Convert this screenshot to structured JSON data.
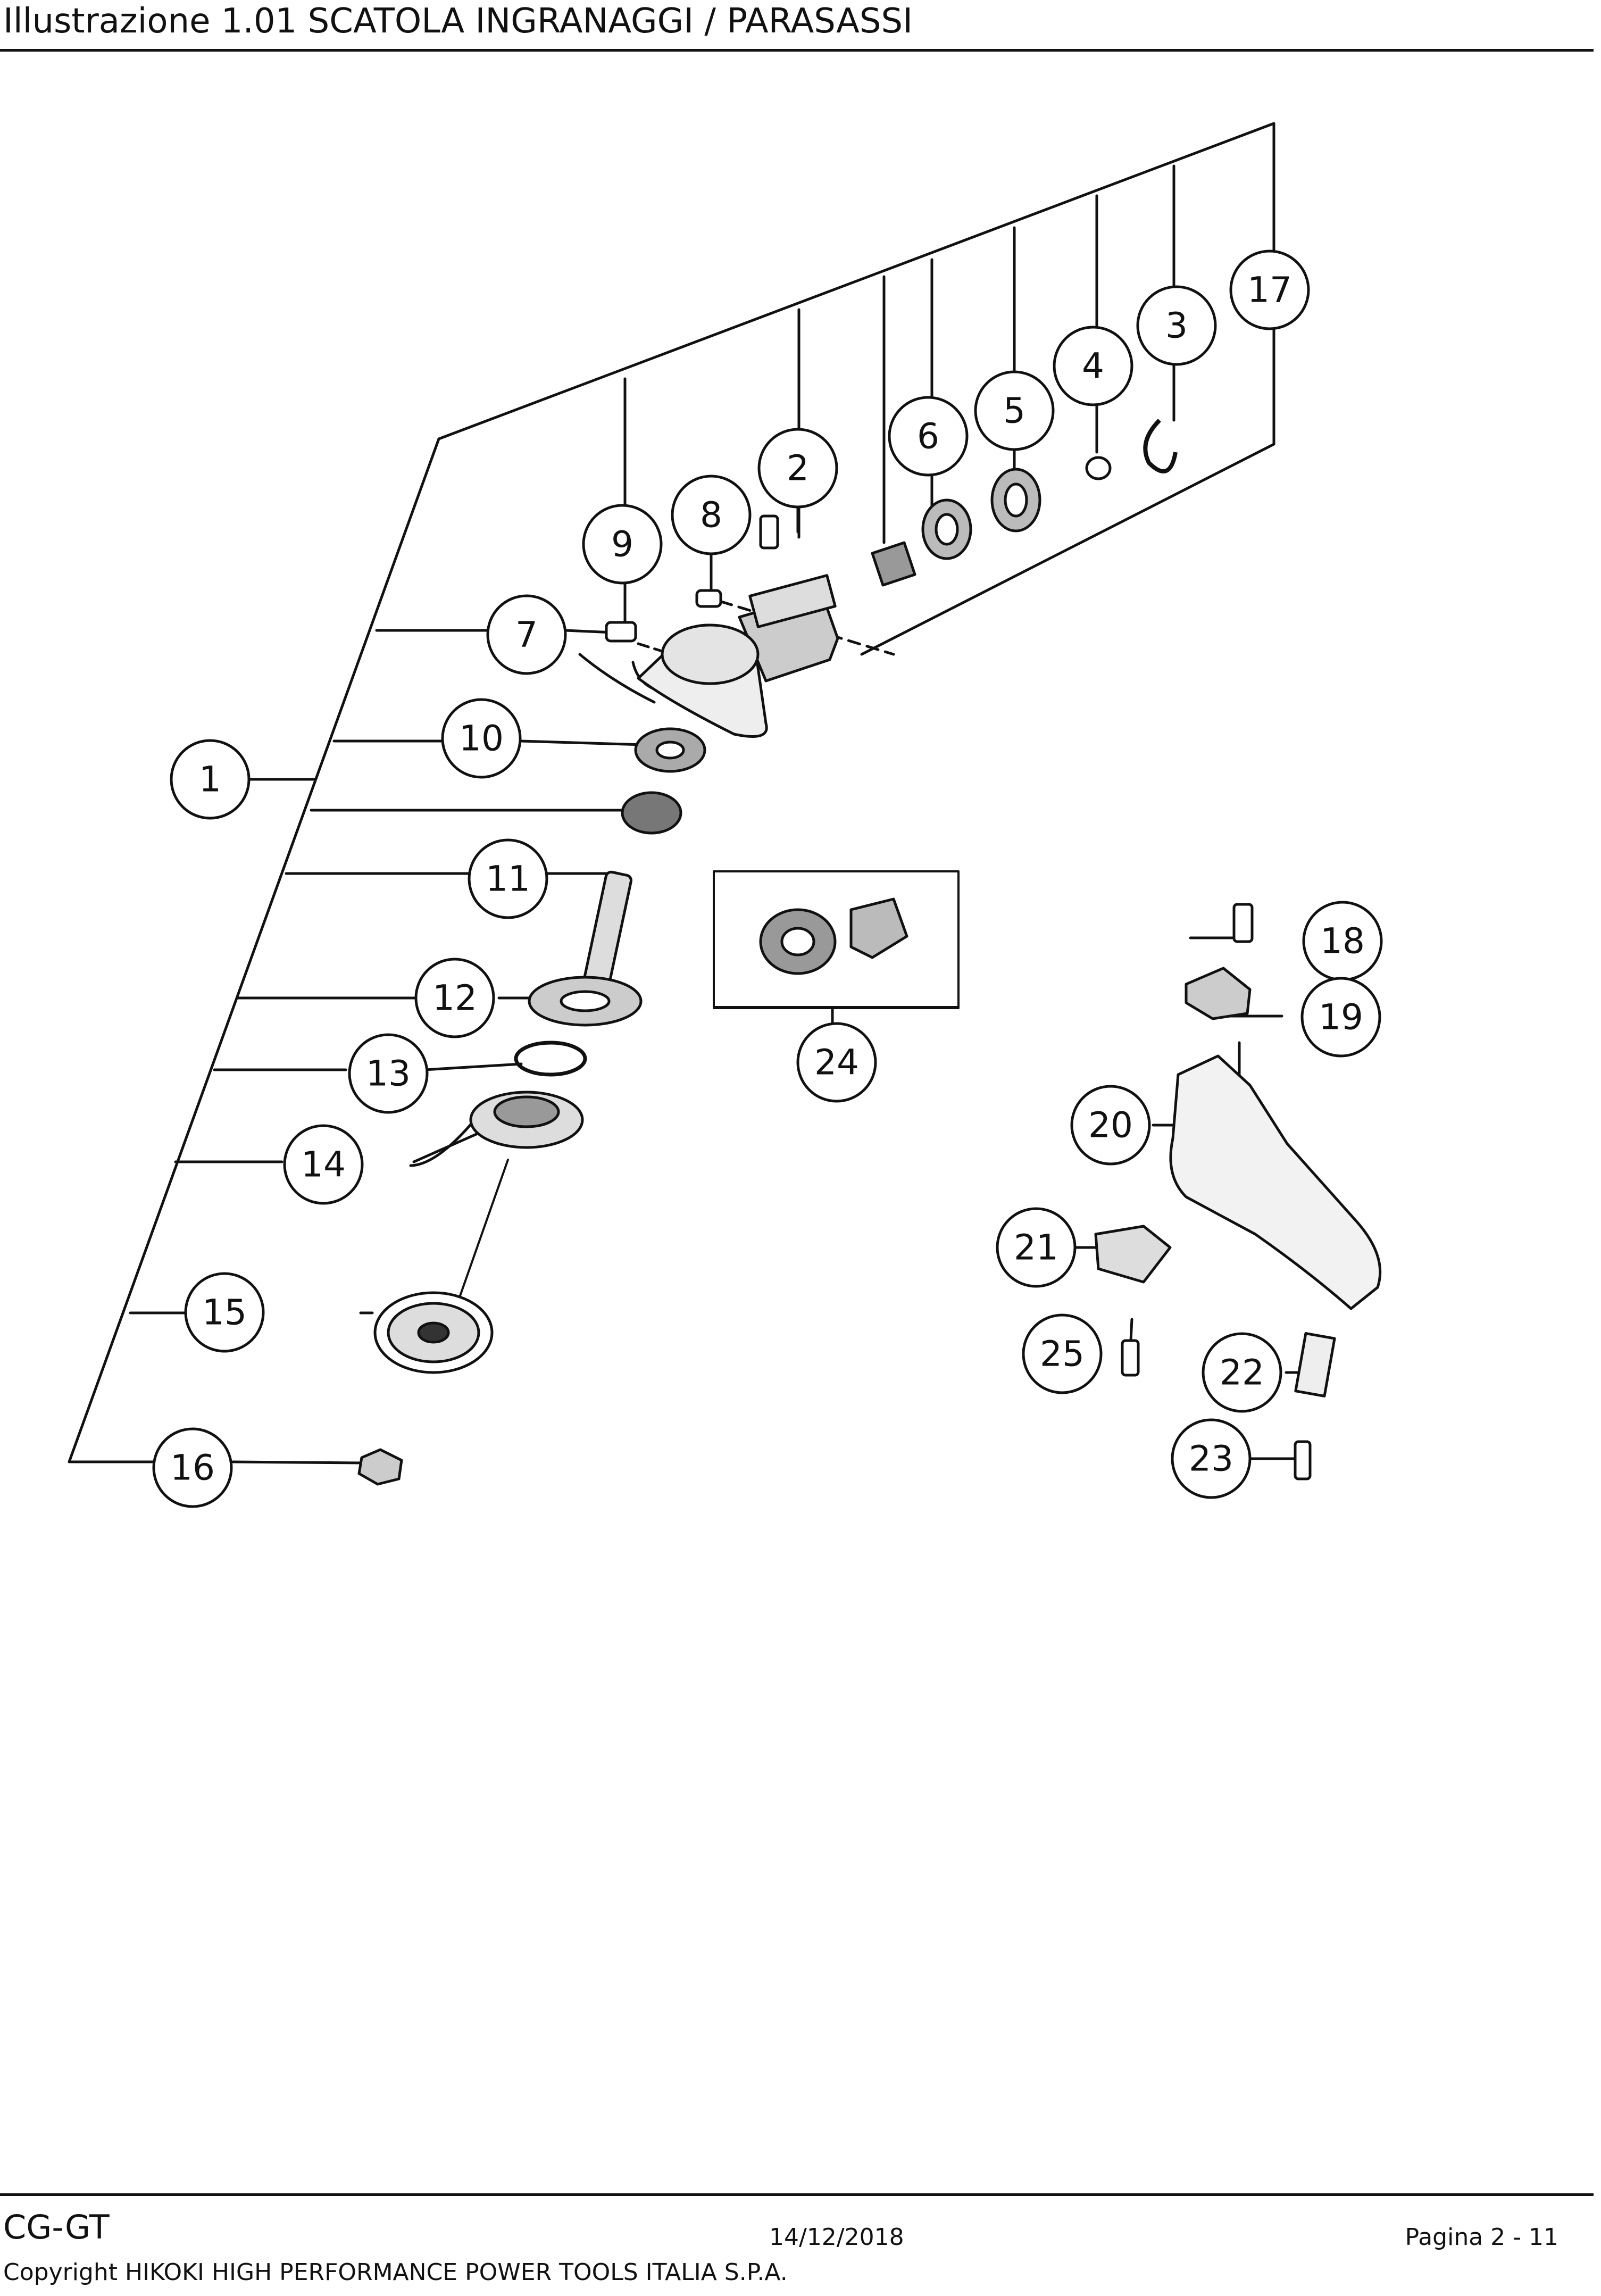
{
  "header": {
    "title": "Illustrazione  1.01 SCATOLA INGRANAGGI / PARASASSI"
  },
  "callouts": [
    {
      "number": "1"
    },
    {
      "number": "2"
    },
    {
      "number": "3"
    },
    {
      "number": "4"
    },
    {
      "number": "5"
    },
    {
      "number": "6"
    },
    {
      "number": "7"
    },
    {
      "number": "8"
    },
    {
      "number": "9"
    },
    {
      "number": "10"
    },
    {
      "number": "11"
    },
    {
      "number": "12"
    },
    {
      "number": "13"
    },
    {
      "number": "14"
    },
    {
      "number": "15"
    },
    {
      "number": "16"
    },
    {
      "number": "17"
    },
    {
      "number": "18"
    },
    {
      "number": "19"
    },
    {
      "number": "20"
    },
    {
      "number": "21"
    },
    {
      "number": "22"
    },
    {
      "number": "23"
    },
    {
      "number": "24"
    },
    {
      "number": "25"
    }
  ],
  "footer": {
    "model": "CG-GT",
    "date": "14/12/2018",
    "page": "Pagina 2 - 11",
    "copyright": "Copyright HIKOKI HIGH PERFORMANCE POWER TOOLS ITALIA S.P.A."
  }
}
